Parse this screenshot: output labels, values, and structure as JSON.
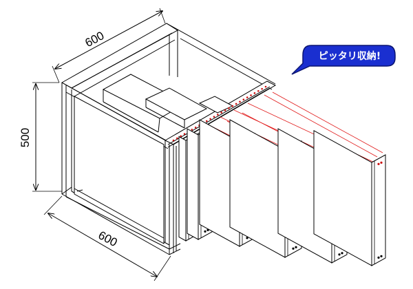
{
  "dimensions": {
    "top_width": "600",
    "height": "500",
    "depth": "600"
  },
  "callout": {
    "text": "ピッタリ収納!",
    "fill": "#1a2fd0",
    "stroke": "#0a1470"
  },
  "colors": {
    "line": "#000000",
    "guide": "#e01515",
    "hole": "#cc1111"
  }
}
